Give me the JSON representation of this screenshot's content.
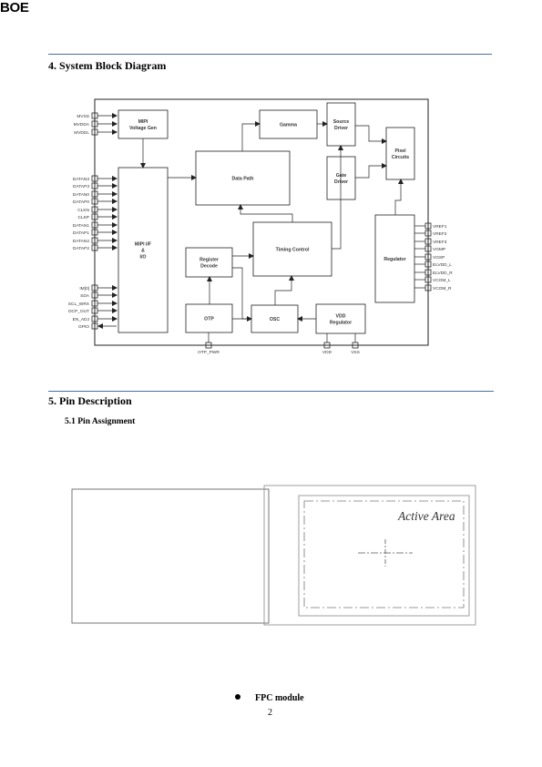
{
  "header": {
    "logo": "BOE"
  },
  "section4": {
    "title": "4.  System Block Diagram",
    "diagram": {
      "left_pins": [
        "MVSS",
        "MVDDA",
        "MVDDL",
        "DATAN3",
        "DATAP3",
        "DATAN0",
        "DATAP0",
        "CLKN",
        "CLKP",
        "DATAN1",
        "DATAP1",
        "DATAN2",
        "DATAP2",
        "IM[0]",
        "SDA",
        "SCL_WRX",
        "DCP_OUT",
        "EN_ADJ",
        "GPIO"
      ],
      "right_pins": [
        "VREF1",
        "VREF2",
        "VREF3",
        "VGMP",
        "VGSP",
        "ELVDD_L",
        "ELVDD_R",
        "VCOM_L",
        "VCOM_R"
      ],
      "bottom_pins": [
        "OTP_PWR",
        "VDD",
        "VSS"
      ],
      "blocks": {
        "mipi_voltage_gen": [
          "MIPI",
          "Voltage Gen"
        ],
        "mipi_if": [
          "MIPI I/F",
          "&",
          "I/O"
        ],
        "data_path": [
          "Data Path"
        ],
        "gamma": [
          "Gamma"
        ],
        "source_driver": [
          "Source",
          "Driver"
        ],
        "gate_driver": [
          "Gate",
          "Driver"
        ],
        "pixel_circuits": [
          "Pixel",
          "Circuits"
        ],
        "regulator": [
          "Regulator"
        ],
        "timing_control": [
          "Timing Control"
        ],
        "register_decode": [
          "Register",
          "Decode"
        ],
        "otp": [
          "OTP"
        ],
        "osc": [
          "OSC"
        ],
        "vdd_regulator": [
          "VDD",
          "Regulator"
        ]
      }
    }
  },
  "section5": {
    "title": "5.   Pin Description",
    "subsection": "5.1  Pin Assignment",
    "active_area_label": "Active Area",
    "bullet_text": "FPC module"
  },
  "footer": {
    "page_number": "2"
  }
}
